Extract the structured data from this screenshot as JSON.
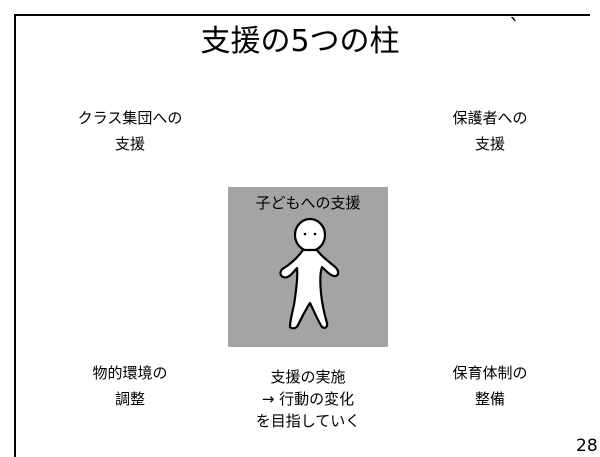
{
  "slide": {
    "title": "支援の5つの柱",
    "stray_mark": "`",
    "pillars": {
      "class_group": {
        "line1": "クラス集団への",
        "line2": "支援"
      },
      "guardians": {
        "line1": "保護者への",
        "line2": "支援"
      },
      "child": {
        "label": "子どもへの支援"
      },
      "environment": {
        "line1": "物的環境の",
        "line2": "調整"
      },
      "staffing": {
        "line1": "保育体制の",
        "line2": "整備"
      }
    },
    "outcome": {
      "line1": "支援の実施",
      "line2": "→ 行動の変化",
      "line3": "を目指していく"
    },
    "page_number": "28",
    "colors": {
      "center_box": "#a4a4a4",
      "text": "#000000",
      "background": "#ffffff"
    },
    "icons": {
      "child_figure": "stick-figure-child-icon"
    }
  }
}
